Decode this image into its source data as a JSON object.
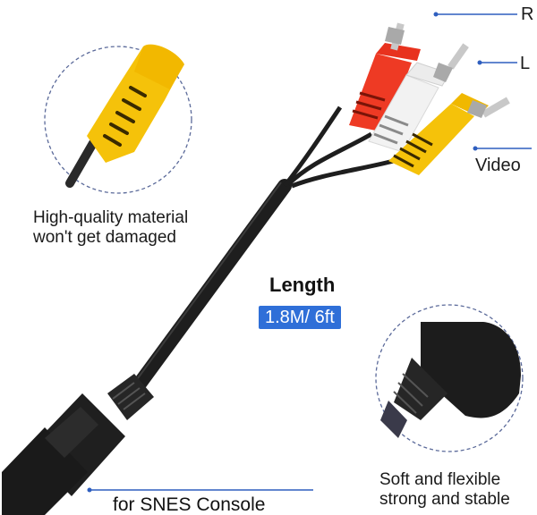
{
  "product": {
    "description": "SNES to RCA AV cable product image"
  },
  "connector_labels": {
    "r": "R",
    "l": "L",
    "video": "Video"
  },
  "callouts": {
    "top_left": {
      "line1": "High-quality material",
      "line2": "won't get damaged"
    },
    "bottom_right": {
      "line1": "Soft and flexible",
      "line2": "strong and stable"
    }
  },
  "length": {
    "title": "Length",
    "value": "1.8M/ 6ft"
  },
  "console_label": "for SNES Console",
  "colors": {
    "accent_blue": "#2f6fd8",
    "leader_line": "#2f5fbf",
    "red_plug": "#ee3a24",
    "white_plug": "#f2f2f2",
    "yellow_plug": "#f5c20a",
    "cable_black": "#1e1e1e"
  }
}
